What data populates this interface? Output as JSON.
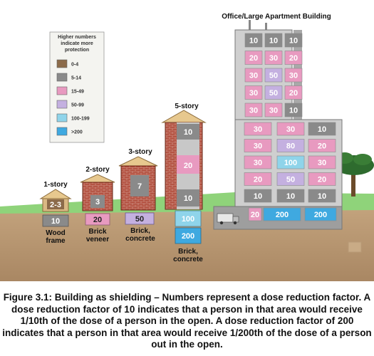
{
  "legend": {
    "title_lines": [
      "Higher numbers",
      "indicate more",
      "protection"
    ],
    "items": [
      {
        "label": "0-4",
        "color": "#8c6b4a"
      },
      {
        "label": "5-14",
        "color": "#8a8a8a"
      },
      {
        "label": "15-49",
        "color": "#e89ac0"
      },
      {
        "label": "50-99",
        "color": "#c4b0e0"
      },
      {
        "label": "100-199",
        "color": "#8fd4ea"
      },
      {
        "label": ">200",
        "color": "#3fa9e0"
      }
    ]
  },
  "buildings": {
    "wood": {
      "title": "1-story",
      "caption_lines": [
        "Wood",
        "frame"
      ],
      "above": [
        "2-3"
      ],
      "basement": "10"
    },
    "brick": {
      "title": "2-story",
      "caption_lines": [
        "Brick",
        "veneer"
      ],
      "above": [
        "3"
      ],
      "basement": "20"
    },
    "brick3": {
      "title": "3-story",
      "caption_lines": [
        "Brick,",
        "concrete"
      ],
      "above": [
        "7"
      ],
      "basement": "50"
    },
    "brick5": {
      "title": "5-story",
      "caption_lines": [
        "Brick,",
        "concrete"
      ],
      "above": [
        "10",
        "20",
        "10"
      ],
      "basement": [
        "100",
        "200"
      ]
    },
    "office": {
      "title": "Office/Large Apartment Building",
      "upper_rows": [
        [
          "10",
          "10",
          "10"
        ],
        [
          "20",
          "30",
          "20"
        ],
        [
          "30",
          "50",
          "30"
        ],
        [
          "30",
          "50",
          "20"
        ],
        [
          "30",
          "30",
          "10"
        ]
      ],
      "lower_rows": [
        [
          "30",
          "30",
          "10"
        ],
        [
          "30",
          "80",
          "20"
        ],
        [
          "30",
          "100",
          "30"
        ],
        [
          "20",
          "50",
          "20"
        ],
        [
          "10",
          "10",
          "10"
        ]
      ],
      "basement": [
        "20",
        "200",
        "200"
      ]
    }
  },
  "caption": "Figure 3.1: Building as shielding – Numbers represent a dose reduction factor. A dose reduction factor of 10 indicates that a person in that area would receive 1/10th of the dose of a person in the open. A dose reduction factor of 200 indicates that a person in that area would receive 1/200th of the dose of a person out in the open."
}
